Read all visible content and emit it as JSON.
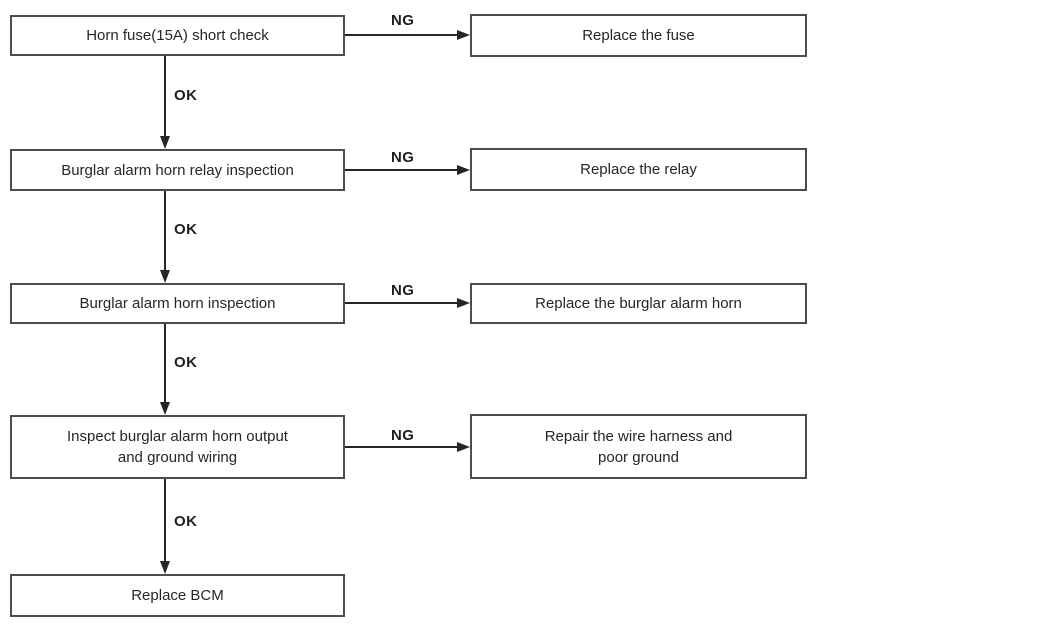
{
  "flowchart": {
    "rows": [
      {
        "step": "Horn fuse(15A) short check",
        "ng": "NG",
        "ok": "OK",
        "remedy": "Replace the fuse"
      },
      {
        "step": "Burglar alarm horn relay inspection",
        "ng": "NG",
        "ok": "OK",
        "remedy": "Replace the relay"
      },
      {
        "step": "Burglar alarm horn inspection",
        "ng": "NG",
        "ok": "OK",
        "remedy": "Replace the burglar alarm horn"
      },
      {
        "step": "Inspect burglar alarm horn output\nand ground wiring",
        "ng": "NG",
        "ok": "OK",
        "remedy": "Repair the wire harness and\npoor ground"
      }
    ],
    "final_step": "Replace BCM",
    "colors": {
      "line": "#262626",
      "box_border": "#4d4d4d",
      "text": "#262626",
      "background": "#ffffff"
    }
  }
}
